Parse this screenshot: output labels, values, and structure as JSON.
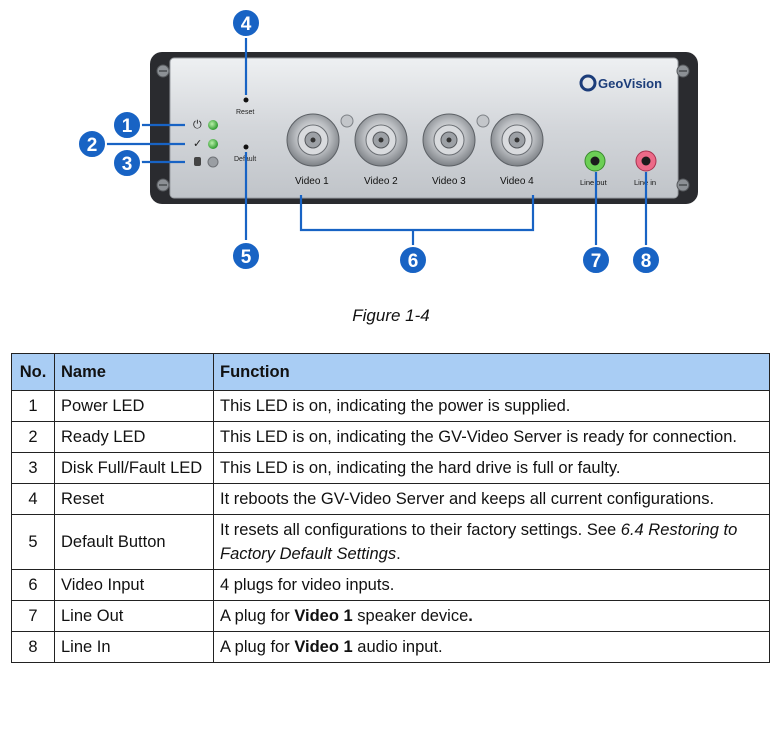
{
  "figure": {
    "brand": "GeoVision",
    "panel_labels": {
      "reset": "Reset",
      "default": "Default",
      "line_out": "Line out",
      "line_in": "Line in",
      "video": [
        "Video 1",
        "Video 2",
        "Video 3",
        "Video 4"
      ]
    },
    "callouts": [
      "1",
      "2",
      "3",
      "4",
      "5",
      "6",
      "7",
      "8"
    ],
    "colors": {
      "callout": "#1863c4",
      "panel": "#d8dadd",
      "body": "#2a2b2f",
      "led_green": "#3db83d",
      "jack_green": "#5cc84a",
      "jack_pink": "#e85a7a"
    }
  },
  "caption": "Figure 1-4",
  "table": {
    "headers": {
      "no": "No.",
      "name": "Name",
      "function": "Function"
    },
    "rows": [
      {
        "no": "1",
        "name": "Power LED",
        "fn": [
          "This LED is on, indicating the power is supplied."
        ]
      },
      {
        "no": "2",
        "name": "Ready LED",
        "fn": [
          "This LED is on, indicating the GV-Video Server is ready for connection."
        ]
      },
      {
        "no": "3",
        "name": "Disk Full/Fault LED",
        "fn": [
          "This LED is on, indicating the hard drive is full or faulty."
        ]
      },
      {
        "no": "4",
        "name": "Reset",
        "fn": [
          "It reboots the GV-Video Server and keeps all current configurations."
        ]
      },
      {
        "no": "5",
        "name": "Default Button",
        "fn": [
          "It resets all configurations to their factory settings. See ",
          "6.4 Restoring to Factory Default Settings",
          "."
        ]
      },
      {
        "no": "6",
        "name": "Video Input",
        "fn": [
          "4 plugs for video inputs."
        ]
      },
      {
        "no": "7",
        "name": "Line Out",
        "fn": [
          "A plug for ",
          "Video 1",
          " speaker device",
          "."
        ]
      },
      {
        "no": "8",
        "name": "Line In",
        "fn": [
          "A plug for ",
          "Video 1",
          " audio input."
        ]
      }
    ]
  }
}
